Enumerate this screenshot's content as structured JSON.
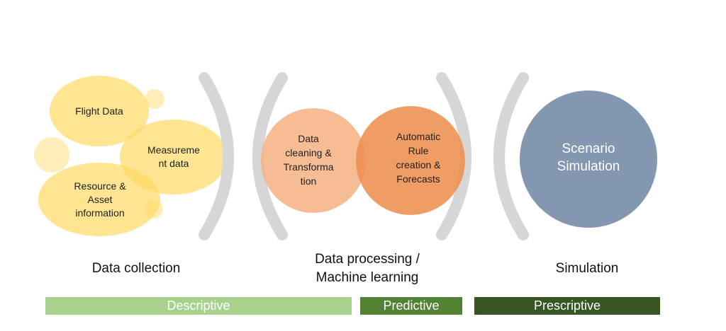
{
  "stages": {
    "collection": {
      "items": {
        "flight": "Flight Data",
        "measurement": [
          "Measureme",
          "nt data"
        ],
        "resource": [
          "Resource &",
          "Asset",
          "information"
        ]
      },
      "label": "Data collection"
    },
    "processing": {
      "cleaning": [
        "Data",
        "cleaning &",
        "Transforma",
        "tion"
      ],
      "rules": [
        "Automatic",
        "Rule",
        "creation &",
        "Forecasts"
      ],
      "label": [
        "Data processing /",
        "Machine learning"
      ]
    },
    "simulation": {
      "scenario": [
        "Scenario",
        "Simulation"
      ],
      "label": "Simulation"
    }
  },
  "bars": {
    "descriptive": "Descriptive",
    "predictive": "Predictive",
    "prescriptive": "Prescriptive"
  },
  "colors": {
    "yellow": "#FFD966",
    "peach": "#F4B183",
    "orange": "#ED8F4F",
    "slate": "#8497B0",
    "bracket": "#D6D6D6",
    "descriptive_bar": "#A9D18E",
    "predictive_bar": "#548235",
    "prescriptive_bar": "#375623"
  }
}
